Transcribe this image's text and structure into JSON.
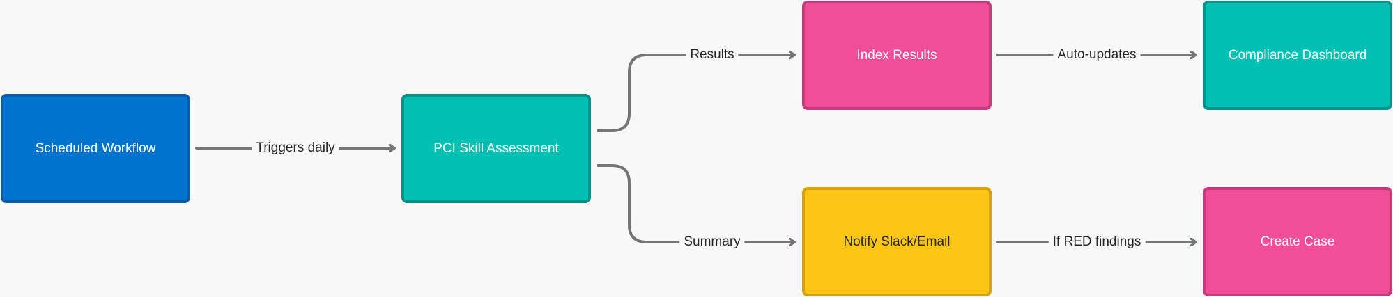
{
  "colors": {
    "background": "#f8f8f8",
    "edge": "#767676",
    "label_text": "#262626",
    "blue_fill": "#0073cf",
    "blue_border": "#0b5aa6",
    "teal_fill": "#00bfb3",
    "teal_border": "#00938a",
    "pink_fill": "#f04e98",
    "pink_border": "#c93a7a",
    "yellow_fill": "#fec514",
    "yellow_border": "#d6a20c"
  },
  "nodes": {
    "scheduled_workflow": "Scheduled Workflow",
    "pci_skill_assessment": "PCI Skill Assessment",
    "index_results": "Index Results",
    "compliance_dashboard": "Compliance Dashboard",
    "notify_slack_email": "Notify Slack/Email",
    "create_case": "Create Case"
  },
  "edges": {
    "triggers_daily": "Triggers daily",
    "results": "Results",
    "summary": "Summary",
    "auto_updates": "Auto-updates",
    "if_red_findings": "If RED findings"
  }
}
